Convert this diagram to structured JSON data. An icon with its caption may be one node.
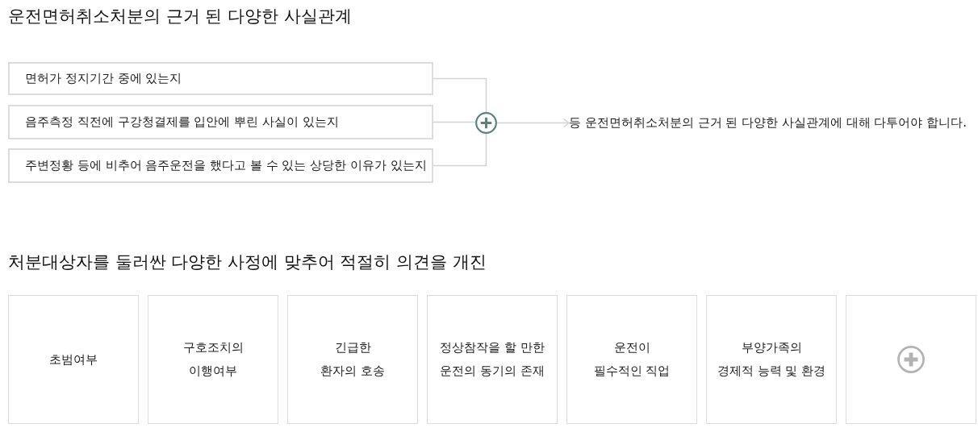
{
  "diagram": {
    "title": "운전면허취소처분의 근거 된 다양한 사실관계",
    "nodes": [
      {
        "text": [
          "면허가 정지기간 중에 있는지"
        ]
      },
      {
        "text": [
          "음주측정 직전에 구강청결제를 입안에 뿌린 사실이 있는지"
        ]
      },
      {
        "text": [
          "주변정황 등에 비추어 음주운전을 했다고 볼 수 있는 상당한 이유가 있는지"
        ]
      },
      {
        "text": [],
        "shape": "circle"
      },
      {
        "text": [
          "등 운전면허취소처분의 근거 된 다양한 사실관계에 대해 다투어야 합니다."
        ]
      },
      {
        "text": [
          "초범여부"
        ]
      },
      {
        "text": [
          "구호조치의 이행여부"
        ]
      },
      {
        "text": [
          "긴급한 환자의 호송"
        ]
      },
      {
        "text": [
          "정상참작을 할 만한 운전의 동기의 존재"
        ]
      },
      {
        "text": [
          "운전이 필수적인 직업"
        ]
      },
      {
        "text": [
          "부양가족의 경제적 능력 및 환경"
        ]
      },
      {
        "text": [],
        "shape": "box"
      }
    ],
    "edges": [
      {
        "from": 0,
        "to": 3,
        "arrow": "none"
      },
      {
        "from": 1,
        "to": 3,
        "arrow": "none"
      },
      {
        "from": 2,
        "to": 3,
        "arrow": "none"
      },
      {
        "from": 3,
        "to": 4,
        "arrow": "to"
      }
    ],
    "labels": [
      "처분대상자를 둘러싼 다양한 사정에 맞추어 적절히 의견을 개진"
    ]
  }
}
